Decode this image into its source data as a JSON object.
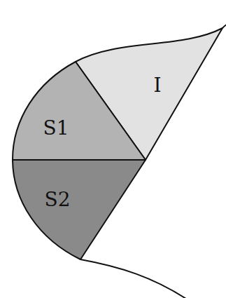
{
  "diagram": {
    "nodes": [
      {
        "text": [
          "I"
        ]
      },
      {
        "text": [
          "S1"
        ]
      },
      {
        "text": [
          "S2"
        ]
      }
    ]
  }
}
